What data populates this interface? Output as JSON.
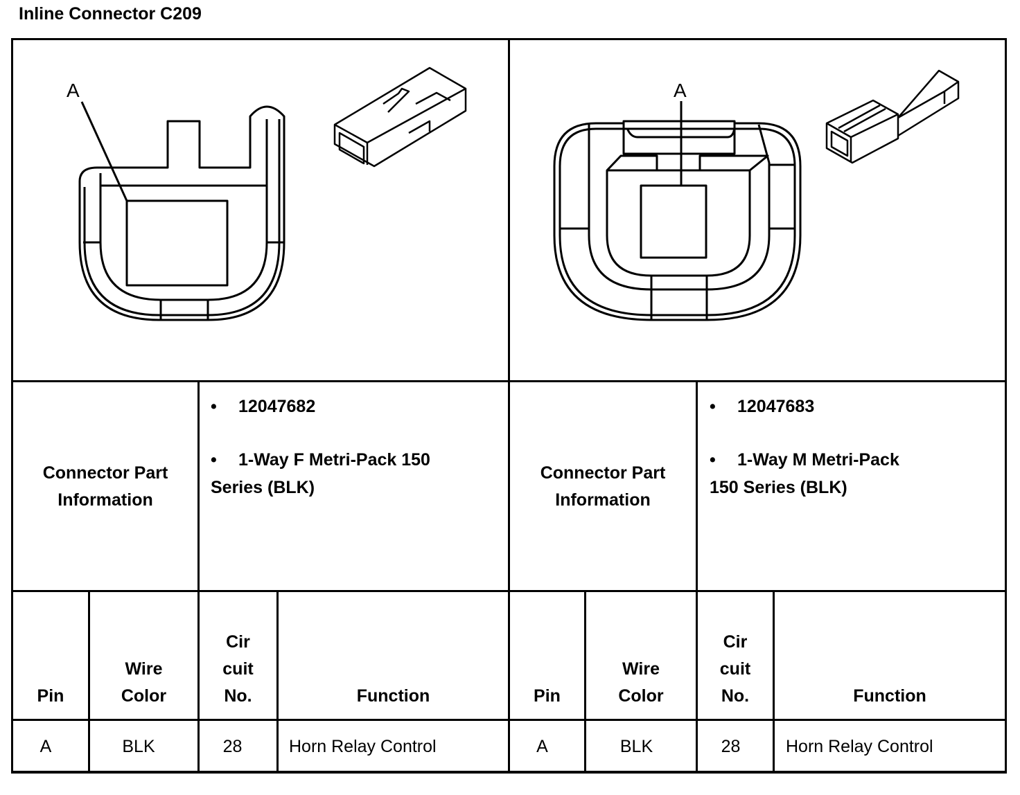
{
  "title": "Inline Connector C209",
  "left": {
    "diagram_label": "A",
    "info_label": "Connector Part Information",
    "info_label_lines": [
      "Connector Part",
      "Information"
    ],
    "part_number": "12047682",
    "description_line1": "1-Way F Metri-Pack 150",
    "description_line2": "Series (BLK)",
    "headers": {
      "pin": "Pin",
      "wire_color": [
        "Wire",
        "Color"
      ],
      "circuit": [
        "Cir",
        "cuit",
        "No."
      ],
      "function": "Function"
    },
    "rows": [
      {
        "pin": "A",
        "wire_color": "BLK",
        "circuit": "28",
        "function": "Horn Relay Control"
      }
    ]
  },
  "right": {
    "diagram_label": "A",
    "info_label": "Connector Part Information",
    "info_label_lines": [
      "Connector Part",
      "Information"
    ],
    "part_number": "12047683",
    "description_line1": "1-Way M Metri-Pack",
    "description_line2": "150 Series (BLK)",
    "headers": {
      "pin": "Pin",
      "wire_color": [
        "Wire",
        "Color"
      ],
      "circuit": [
        "Cir",
        "cuit",
        "No."
      ],
      "function": "Function"
    },
    "rows": [
      {
        "pin": "A",
        "wire_color": "BLK",
        "circuit": "28",
        "function": "Horn Relay Control"
      }
    ]
  },
  "bullet_char": "•"
}
